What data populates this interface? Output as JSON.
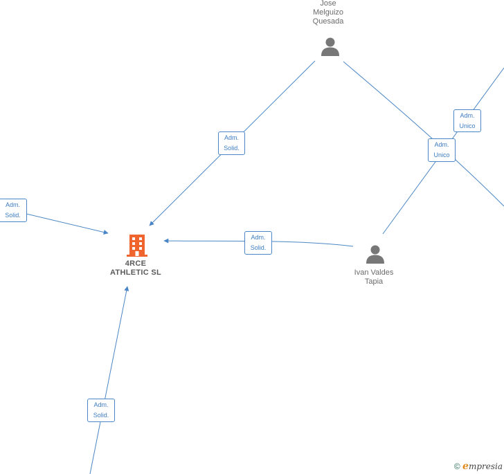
{
  "colors": {
    "edge": "#4a86c5",
    "badge_border": "#4a86c5",
    "badge_text": "#3d7cc0",
    "person_icon": "#777777",
    "company_icon": "#f0642d",
    "label_text": "#6a6a6a"
  },
  "nodes": {
    "person_jose": {
      "label": "Jose\nMelguizo\nQuesada",
      "icon": "person-icon"
    },
    "person_ivan": {
      "label": "Ivan Valdes\nTapia",
      "icon": "person-icon"
    },
    "company_4rce": {
      "label": "4RCE\nATHLETIC  SL",
      "icon": "building-icon"
    }
  },
  "edges": {
    "jose_to_company": {
      "label": "Adm.\nSolid."
    },
    "left_to_company": {
      "label": "Adm.\nSolid."
    },
    "ivan_to_company": {
      "label": "Adm.\nSolid."
    },
    "bottom_to_company": {
      "label": "Adm.\nSolid."
    },
    "ivan_to_topright": {
      "label": "Adm.\nUnico"
    },
    "jose_to_right": {
      "label": "Adm.\nUnico"
    }
  },
  "footer": {
    "copyright_symbol": "©",
    "brand_initial": "e",
    "brand_rest": "mpresia"
  }
}
